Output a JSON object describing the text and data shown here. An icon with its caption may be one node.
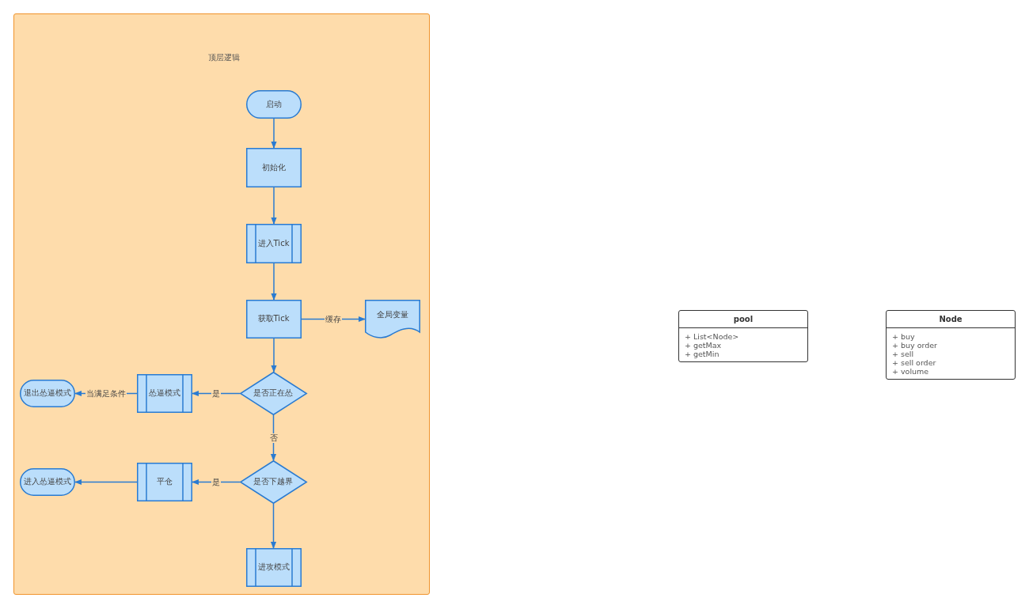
{
  "diagram": {
    "nodes": [
      {
        "text": [
          "顶层逻辑"
        ]
      },
      {
        "text": [
          "启动"
        ],
        "in": 0
      },
      {
        "text": [
          "初始化"
        ],
        "in": 0
      },
      {
        "text": [
          "进入Tick"
        ],
        "in": 0
      },
      {
        "text": [
          "获取Tick"
        ],
        "in": 0
      },
      {
        "text": [
          "全局变量"
        ],
        "in": 0
      },
      {
        "text": [
          "是否正在怂"
        ],
        "in": 0
      },
      {
        "text": [
          "怂逼模式"
        ],
        "in": 0
      },
      {
        "text": [
          "退出怂逼模式"
        ],
        "in": 0
      },
      {
        "text": [
          "是否下越界"
        ],
        "in": 0
      },
      {
        "text": [
          "平仓"
        ],
        "in": 0
      },
      {
        "text": [
          "进入怂逼模式"
        ],
        "in": 0
      },
      {
        "text": [
          "进攻模式"
        ],
        "in": 0
      },
      {
        "text": [
          "pool",
          "+ List<Node>",
          "+ getMax",
          "+ getMin"
        ]
      },
      {
        "text": [
          "Node",
          "+ buy",
          "+ buy order",
          "+ sell",
          "+ sell order",
          "+ volume"
        ]
      }
    ],
    "edges": [
      {
        "from": 1,
        "to": 2,
        "arrow": "to"
      },
      {
        "from": 2,
        "to": 3,
        "arrow": "to"
      },
      {
        "from": 3,
        "to": 4,
        "arrow": "to"
      },
      {
        "from": 4,
        "to": 5,
        "arrow": "to",
        "label": "缓存"
      },
      {
        "from": 4,
        "to": 6,
        "arrow": "to"
      },
      {
        "from": 6,
        "to": 7,
        "arrow": "to",
        "label": "是"
      },
      {
        "from": 7,
        "to": 8,
        "arrow": "to",
        "label": "当满足条件"
      },
      {
        "from": 6,
        "to": 9,
        "arrow": "to",
        "label": "否"
      },
      {
        "from": 9,
        "to": 10,
        "arrow": "to",
        "label": "是"
      },
      {
        "from": 10,
        "to": 11,
        "arrow": "to"
      },
      {
        "from": 9,
        "to": 12,
        "arrow": "to"
      }
    ]
  }
}
